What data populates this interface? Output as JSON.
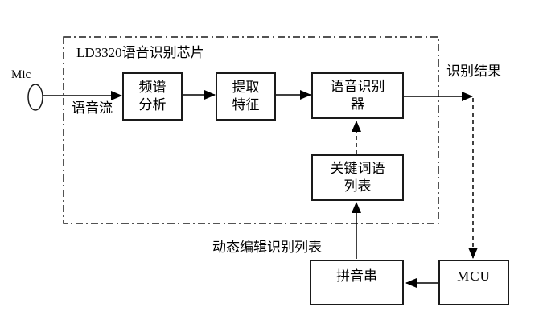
{
  "diagram": {
    "mic_label": "Mic",
    "chip": {
      "title": "LD3320语音识别芯片"
    },
    "nodes": {
      "spectrum": {
        "line1": "频谱",
        "line2": "分析"
      },
      "feature": {
        "line1": "提取",
        "line2": "特征"
      },
      "recognizer": {
        "line1": "语音识别",
        "line2": "器"
      },
      "keywords": {
        "line1": "关键词语",
        "line2": "列表"
      },
      "pinyin": {
        "label": "拼音串"
      },
      "mcu": {
        "label": "MCU"
      }
    },
    "edge_labels": {
      "voice_stream": "语音流",
      "result": "识别结果",
      "dynamic_edit": "动态编辑识别列表"
    },
    "colors": {
      "stroke": "#000000",
      "background": "#ffffff"
    }
  }
}
